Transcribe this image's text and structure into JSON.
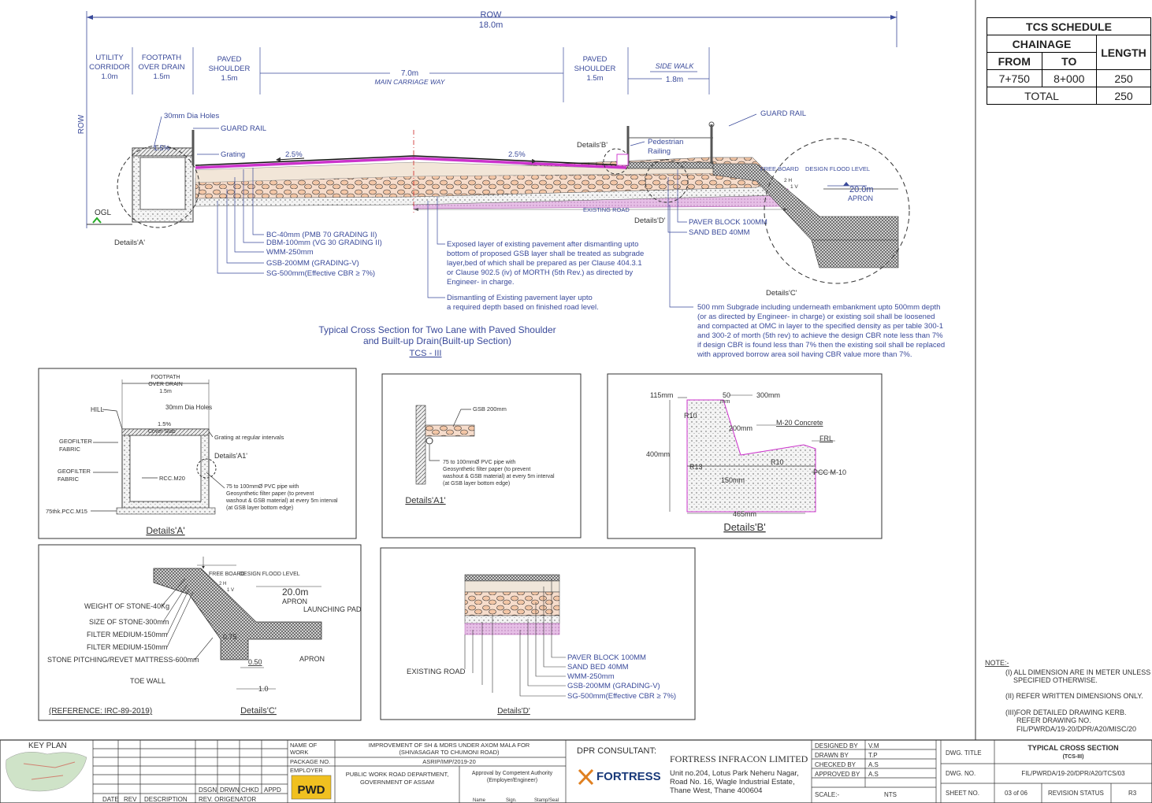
{
  "top": {
    "row_label": "ROW",
    "row_width": "18.0m",
    "row_vertical": "ROW",
    "utility_corridor": "UTILITY",
    "utility_corridor2": "CORRIDOR",
    "utility_width": "1.0m",
    "footpath": "FOOTPATH",
    "footpath2": "OVER DRAIN",
    "footpath_width": "1.5m",
    "paved_left": "PAVED",
    "paved_left2": "SHOULDER",
    "paved_left_width": "1.5m",
    "carriage_width": "7.0m",
    "carriage": "MAIN CARRIAGE WAY",
    "paved_right": "PAVED",
    "paved_right2": "SHOULDER",
    "paved_right_width": "1.5m",
    "sidewalk": "SIDE WALK",
    "sidewalk_width": "1.8m"
  },
  "section": {
    "dia_holes": "30mm Dia Holes",
    "guard_rail_left": "GUARD RAIL",
    "grating": "Grating",
    "slope_drain": "1.5%",
    "slope_left": "2.5%",
    "slope_right": "2.5%",
    "ogl": "OGL",
    "details_a": "Details'A'",
    "details_b": "Details'B'",
    "pedestrian": "Pedestrian",
    "railing": "Railing",
    "guard_rail_right": "GUARD RAIL",
    "free_board": "FREE BOARD",
    "design_flood": "DESIGN FLOOD LEVEL",
    "slope_2h": "2 H",
    "slope_1v": "1 V",
    "apron_width": "20.0m",
    "apron": "APRON",
    "existing_road": "EXISTING ROAD",
    "details_d": "Details'D'",
    "details_c": "Details'C'",
    "paver_block": "PAVER BLOCK 100MM",
    "sand_bed": "SAND BED 40MM",
    "layers": [
      "BC-40mm (PMB 70 GRADING II)",
      "DBM-100mm (VG 30 GRADING II)",
      "WMM-250mm",
      "GSB-200MM (GRADING-V)",
      "SG-500mm(Effective CBR ≥ 7%)"
    ],
    "exposed_note": [
      "Exposed layer of existing pavement after dismantling upto",
      "bottom of proposed GSB layer shall be treated as subgrade",
      "layer,bed of which shall be prepared as per Clause 404.3.1",
      "or Clause 902.5 (iv) of MORTH (5th Rev.) as directed by",
      "Engineer- in charge."
    ],
    "dismantle_note": [
      "Dismantling of Existing pavement layer upto",
      "a required depth based on finished road level."
    ],
    "subgrade_note": [
      "500 mm Subgrade including underneath embankment upto 500mm depth",
      "(or as directed by Engineer- in charge) or existing soil shall be loosened",
      "and compacted at OMC in layer to the specified density as per table 300-1",
      "and 300-2 of morth (5th rev) to achieve the design CBR note less than 7%",
      "if design CBR is found less than 7% then the existing soil shall be replaced",
      "with approved borrow area soil having  CBR value more than 7%."
    ],
    "title1": "Typical Cross Section for Two Lane with Paved Shoulder",
    "title2": "and Built-up Drain(Built-up Section)",
    "title3": "TCS - III"
  },
  "tcs_schedule": {
    "title": "TCS SCHEDULE",
    "chainage": "CHAINAGE",
    "length": "LENGTH",
    "from": "FROM",
    "to": "TO",
    "row_from": "7+750",
    "row_to": "8+000",
    "row_length": "250",
    "total": "TOTAL",
    "total_length": "250"
  },
  "detail_a": {
    "footpath": "FOOTPATH",
    "over_drain": "OVER DRAIN",
    "width": "1.5m",
    "hill": "HILL",
    "dia_holes": "30mm Dia Holes",
    "slope": "1.5%",
    "cover_slab": "Cover  Slab",
    "grating": "Grating at regular intervals",
    "geofilter1": "GEOFILTER",
    "fabric1": "FABRIC",
    "details_a1": "Details'A1'",
    "geofilter2": "GEOFILTER",
    "fabric2": "FABRIC",
    "rcc": "RCC.M20",
    "pipe_note": [
      "75 to 100mmØ PVC pipe with",
      "Geosynthetic filter paper (to prevent",
      "washout & GSB material) at every 5m interval",
      "(at GSB layer bottom edge)"
    ],
    "pcc": "75thk.PCC.M15",
    "title": "Details'A'"
  },
  "detail_a1": {
    "gsb": "GSB 200mm",
    "pipe_note": [
      "75 to 100mmØ PVC pipe with",
      "Geosynthetic filter paper (to prevent",
      "washout & GSB material) at every 5m interval",
      "(at GSB layer bottom edge)"
    ],
    "title": "Details'A1'"
  },
  "detail_b": {
    "w115": "115mm",
    "w50": "50",
    "wmm": "mm",
    "w300": "300mm",
    "r10a": "R10",
    "h200": "200mm",
    "m20": "M-20 Concrete",
    "frl": "FRL",
    "h400": "400mm",
    "r13": "R13",
    "r10b": "R10",
    "pcc": "PCC M-10",
    "h150": "150mm",
    "w465": "465mm",
    "title": "Details'B'"
  },
  "detail_c": {
    "free_board": "FREE BOARD",
    "design_flood": "DESIGN FLOOD LEVEL",
    "slope_2h": "2 H",
    "slope_1v": "1 V",
    "apron_width": "20.0m",
    "apron": "APRON",
    "launching": "LAUNCHING PAD",
    "weight": "WEIGHT OF STONE-40Kg",
    "size": "SIZE OF STONE-300mm",
    "filter1": "FILTER MEDIUM-150mm",
    "filter2": "FILTER MEDIUM-150mm",
    "pitching": "STONE PITCHING/REVET MATTRESS-600mm",
    "toe": "TOE WALL",
    "d075": "0.75",
    "d050": "0.50",
    "d10": "1.0",
    "apron2": "APRON",
    "reference": "(REFERENCE: IRC-89-2019)",
    "title": "Details'C'"
  },
  "detail_d": {
    "existing": "EXISTING ROAD",
    "layers": [
      "PAVER BLOCK 100MM",
      "SAND BED 40MM",
      "WMM-250mm",
      "GSB-200MM (GRADING-V)",
      "SG-500mm(Effective CBR ≥ 7%)"
    ],
    "title": "Details'D'"
  },
  "notes": {
    "heading": "NOTE:-",
    "n1a": "(I) ALL DIMENSION ARE IN METER UNLESS",
    "n1b": "SPECIFIED OTHERWISE.",
    "n2": "(II) REFER WRITTEN DIMENSIONS ONLY.",
    "n3a": "(III)FOR DETAILED DRAWING KERB.",
    "n3b": "REFER DRAWING NO.",
    "n3c": "FIL/PWRDA/19-20/DPR/A20/MISC/20"
  },
  "title_block": {
    "key_plan": "KEY PLAN",
    "rev_headers": [
      "DATE",
      "REV",
      "DESCRIPTION",
      "REV. ORIGENATOR"
    ],
    "sign_headers": [
      "DSGN",
      "DRWN",
      "CHKD",
      "APPD"
    ],
    "name_of_work_label": "NAME OF",
    "name_of_work_label2": "WORK",
    "name_of_work": "IMPROVEMENT OF SH & MDRS UNDER AXOM MALA FOR",
    "name_of_work2": "(SHIVASAGAR TO CHUMONI ROAD)",
    "package_label": "PACKAGE NO.",
    "package": "ASRIP/IMP/2019-20",
    "employer_label": "EMPLOYER",
    "employer": "PUBLIC WORK ROAD DEPARTMENT,",
    "employer2": "GOVERNMENT  OF ASSAM",
    "approval": "Approval by Competent Authority",
    "approval2": "(Employer/Engineer)",
    "name": "Name",
    "sign": "Sign.",
    "stamp": "Stamp/Seal",
    "pwd": "PWD",
    "consultant_label": "DPR CONSULTANT:",
    "consultant_logo": "FORTRESS",
    "company": "FORTRESS INFRACON LIMITED",
    "address": [
      "Unit no.204, Lotus Park Neheru Nagar,",
      "Road No. 16, Wagle Industrial Estate,",
      "Thane West, Thane 400604"
    ],
    "designed_label": "DESIGNED BY",
    "designed": "V.M",
    "drawn_label": "DRAWN BY",
    "drawn": "T.P",
    "checked_label": "CHECKED BY",
    "checked": "A.S",
    "approved_label": "APPROVED BY",
    "approved": "A.S",
    "scale_label": "SCALE:-",
    "scale": "NTS",
    "dwg_title_label": "DWG. TITLE",
    "dwg_title": "TYPICAL CROSS SECTION",
    "dwg_title2": "(TCS-III)",
    "dwg_no_label": "DWG. NO.",
    "dwg_no": "FIL/PWRDA/19-20/DPR/A20/TCS/03",
    "sheet_label": "SHEET NO.",
    "sheet": "03 of 06",
    "rev_status_label": "REVISION STATUS",
    "rev_status": "R3"
  },
  "colors": {
    "line": "#333333",
    "blue_text": "#3a4a9a",
    "magenta": "#d040d0",
    "bc": "#cc33cc",
    "red": "#cc2222",
    "green": "#22aa22"
  }
}
